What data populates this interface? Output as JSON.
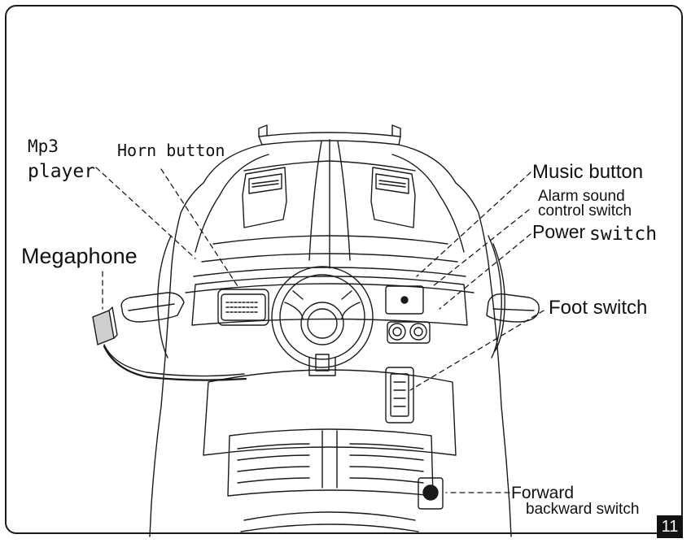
{
  "labels": {
    "mp3_line1": "Mp3",
    "mp3_line2": "player",
    "horn": "Horn button",
    "megaphone": "Megaphone",
    "music": "Music button",
    "alarm_line1": "Alarm sound",
    "alarm_line2": "control switch",
    "power_word1": "Power",
    "power_word2": "switch",
    "foot": "Foot switch",
    "forward": "Forward",
    "backward": "backward switch"
  },
  "page_number": "11",
  "colors": {
    "line": "#1a1a1a",
    "background": "#ffffff",
    "page_badge": "#111111"
  }
}
